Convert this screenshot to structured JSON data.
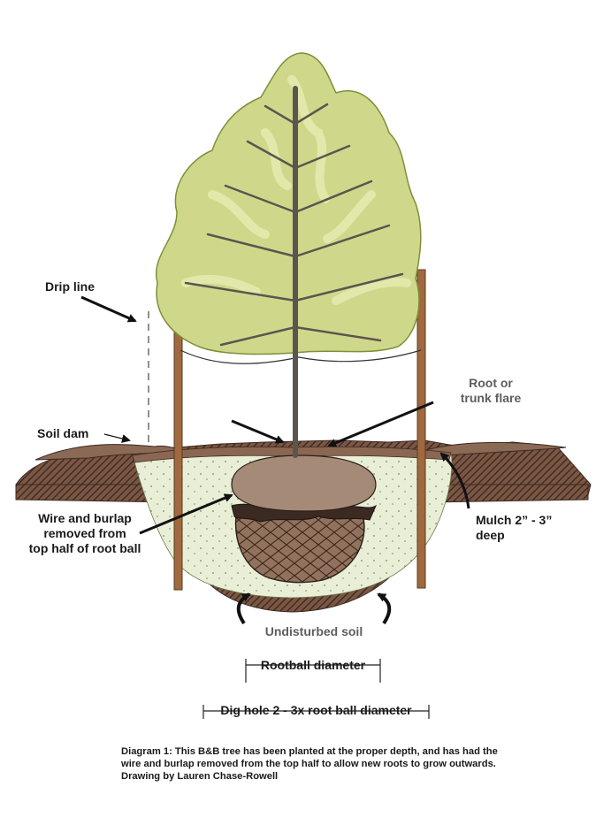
{
  "labels": {
    "drip_line": "Drip line",
    "soil_dam": "Soil dam",
    "root_flare": [
      "Root or",
      "trunk flare"
    ],
    "wire_burlap": [
      "Wire and burlap",
      "removed from",
      "top half of root ball"
    ],
    "mulch": [
      "Mulch 2” - 3”",
      "deep"
    ],
    "undisturbed_soil": "Undisturbed soil",
    "rootball_diameter": "Rootball diameter",
    "dig_hole": "Dig hole 2 - 3x root ball diameter"
  },
  "caption": [
    "Diagram 1: This B&B tree has been planted at the proper depth, and has had the",
    "wire and burlap removed from the top half to allow new roots to grow outwards.",
    "Drawing by Lauren Chase-Rowell"
  ],
  "colors": {
    "foliage": "#c8d27a",
    "foliage_dark": "#7f8f3a",
    "branches": "#5b5550",
    "soil": "#6b4a3a",
    "planting_fill": "#e6ecd2",
    "rootball": "#8a6d5a",
    "stake": "#a0693f",
    "label_text": "#1a1a1a",
    "label_grey": "#5e5e5e"
  }
}
